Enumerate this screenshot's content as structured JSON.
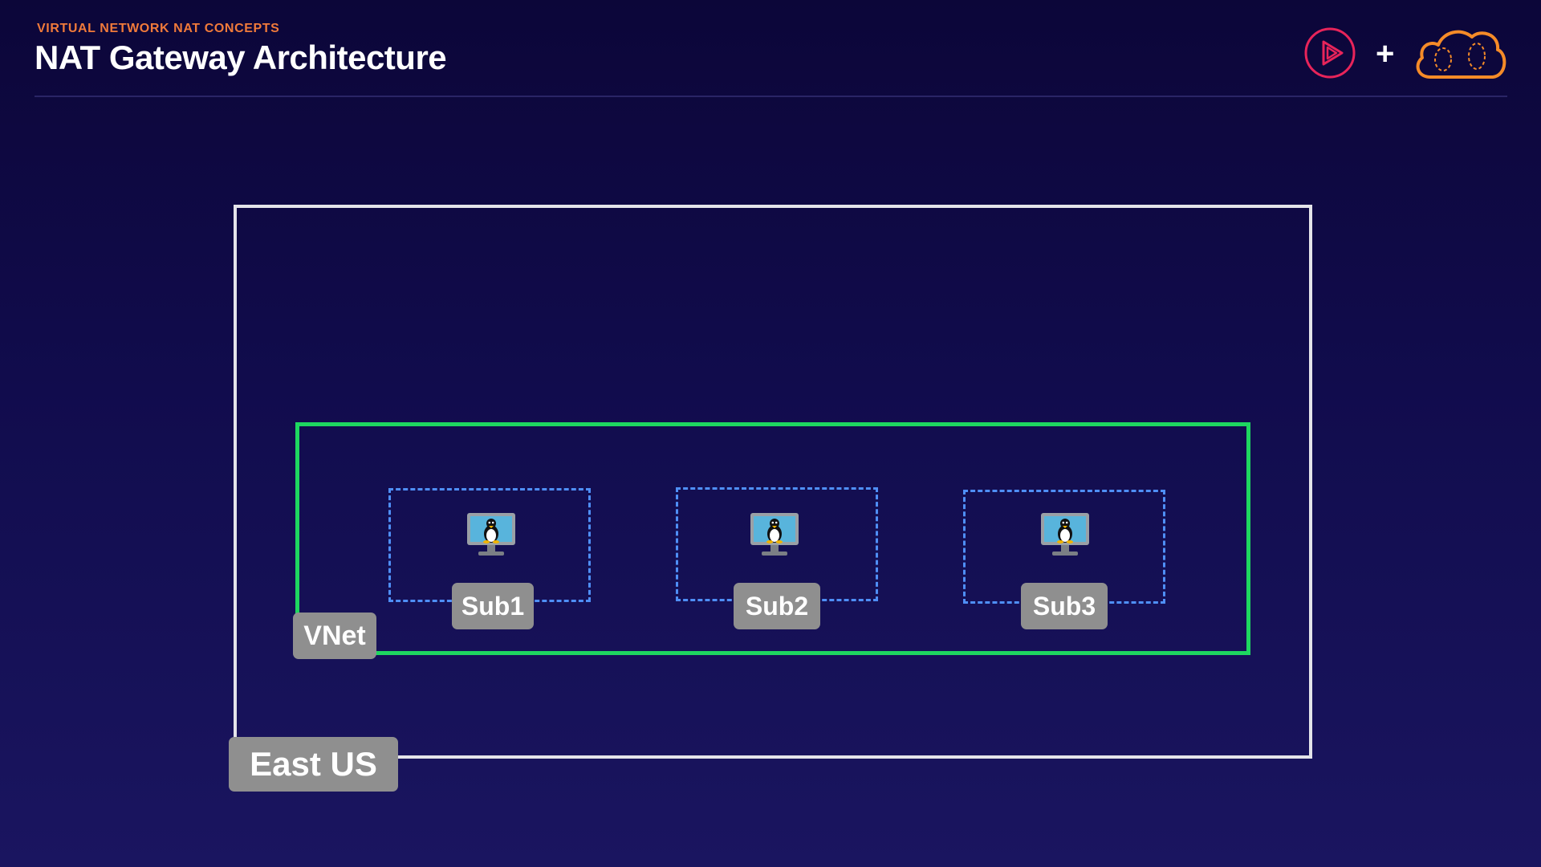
{
  "header": {
    "kicker": "VIRTUAL NETWORK NAT CONCEPTS",
    "title": "NAT Gateway Architecture",
    "plus_sign": "+"
  },
  "logos": {
    "left": "pluralsight-play-icon",
    "right": "cloud-icon"
  },
  "diagram": {
    "region_label": "East US",
    "vnet_label": "VNet",
    "subnets": [
      {
        "label": "Sub1",
        "icon": "linux-vm-icon"
      },
      {
        "label": "Sub2",
        "icon": "linux-vm-icon"
      },
      {
        "label": "Sub3",
        "icon": "linux-vm-icon"
      }
    ]
  },
  "colors": {
    "accent": "#f07a3a",
    "region_border": "#e4e4ea",
    "vnet_border": "#1ed760",
    "subnet_border": "#4f8ff7",
    "label_background": "#8f8f8f",
    "background": "#110c4d"
  }
}
